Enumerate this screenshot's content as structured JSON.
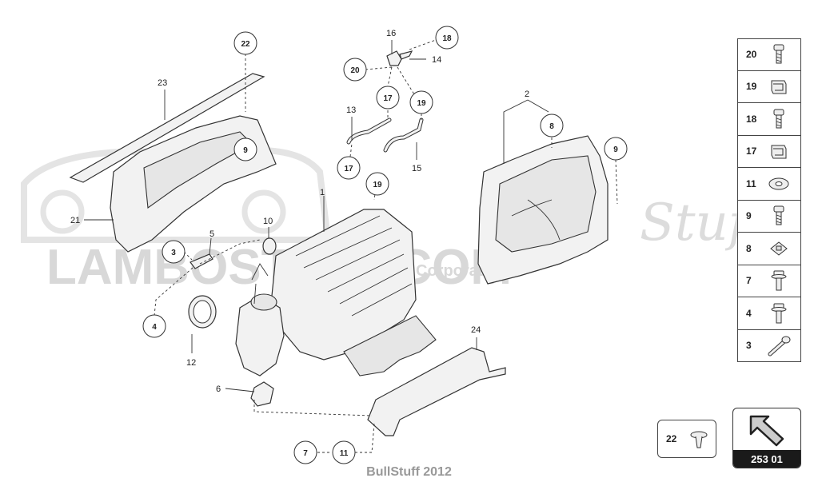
{
  "watermark": {
    "brand": "LAMBOSTUFF.COM",
    "script": "Stuff",
    "corp": "Corporation"
  },
  "callouts": [
    "1",
    "2",
    "3",
    "4",
    "5",
    "6",
    "7",
    "8",
    "9",
    "10",
    "11",
    "12",
    "13",
    "14",
    "15",
    "16",
    "17",
    "18",
    "19",
    "20",
    "21",
    "22",
    "23",
    "24"
  ],
  "circled_labels": {
    "c22": "22",
    "c9a": "9",
    "c3": "3",
    "c4": "4",
    "c20": "20",
    "c18": "18",
    "c17a": "17",
    "c19a": "19",
    "c17b": "17",
    "c19b": "19",
    "c8": "8",
    "c9b": "9",
    "c7": "7",
    "c11": "11"
  },
  "plain_labels": {
    "l23": "23",
    "l21": "21",
    "l16": "16",
    "l14": "14",
    "l13": "13",
    "l15": "15",
    "l2": "2",
    "l1": "1",
    "l10": "10",
    "l5": "5",
    "l12": "12",
    "l6": "6",
    "l24": "24"
  },
  "legend": [
    {
      "num": "20",
      "icon": "bolt-icon"
    },
    {
      "num": "19",
      "icon": "clip-icon"
    },
    {
      "num": "18",
      "icon": "bolt-icon"
    },
    {
      "num": "17",
      "icon": "clip-icon"
    },
    {
      "num": "11",
      "icon": "washer-icon"
    },
    {
      "num": "9",
      "icon": "bolt-icon"
    },
    {
      "num": "8",
      "icon": "nut-plate-icon"
    },
    {
      "num": "7",
      "icon": "flange-bolt-icon"
    },
    {
      "num": "4",
      "icon": "flange-bolt-icon"
    },
    {
      "num": "3",
      "icon": "long-bolt-icon"
    }
  ],
  "box22": {
    "num": "22",
    "icon": "push-rivet-icon"
  },
  "nav": {
    "code": "253 01",
    "icon": "arrow-icon"
  },
  "footer": "BullStuff 2012"
}
